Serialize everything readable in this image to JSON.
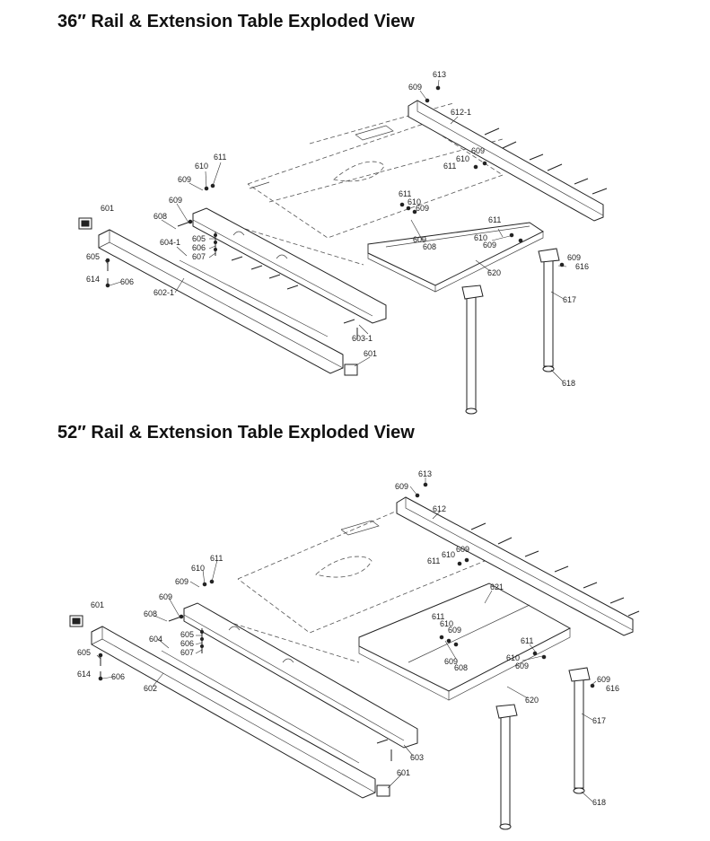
{
  "diagrams": [
    {
      "title": "36″ Rail & Extension Table Exploded View",
      "labels": {
        "613": "613",
        "609a": "609",
        "612": "612-1",
        "609b": "609",
        "610a": "610",
        "611a": "611",
        "611b": "611",
        "610b": "610",
        "609c": "609",
        "601a": "601",
        "608": "608",
        "609d": "609",
        "605a": "605",
        "606a": "606",
        "607": "607",
        "604": "604-1",
        "605b": "605",
        "614": "614",
        "606b": "606",
        "602": "602-1",
        "611c": "611",
        "610c": "610",
        "609e": "609",
        "609f": "609",
        "608b": "608",
        "611d": "611",
        "610d": "610",
        "609g": "609",
        "620": "620",
        "609h": "609",
        "616": "616",
        "617": "617",
        "603": "603-1",
        "601b": "601",
        "618": "618"
      }
    },
    {
      "title": "52″ Rail & Extension Table Exploded View",
      "labels": {
        "613": "613",
        "609a": "609",
        "612": "612",
        "609b": "609",
        "610a": "610",
        "611a": "611",
        "611b": "611",
        "610b": "610",
        "609c": "609",
        "601a": "601",
        "608": "608",
        "609d": "609",
        "605a": "605",
        "606a": "606",
        "607": "607",
        "604": "604",
        "605b": "605",
        "614": "614",
        "606b": "606",
        "602": "602",
        "621": "621",
        "611c": "611",
        "610c": "610",
        "609e": "609",
        "609f": "609",
        "608b": "608",
        "611d": "611",
        "610d": "610",
        "609g": "609",
        "620": "620",
        "609h": "609",
        "616": "616",
        "617": "617",
        "603": "603",
        "601b": "601",
        "618": "618"
      }
    }
  ]
}
